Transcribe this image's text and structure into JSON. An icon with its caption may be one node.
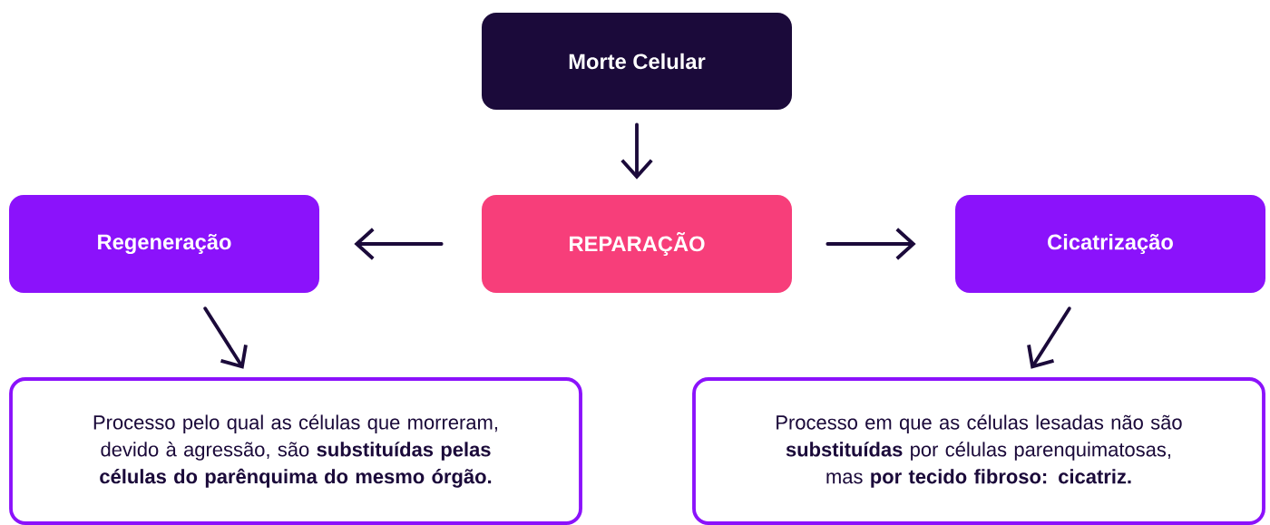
{
  "diagram": {
    "nodes": [
      {
        "text": [
          "Morte Celular"
        ]
      },
      {
        "text": [
          "REPARAÇÃO"
        ]
      },
      {
        "text": [
          "Regeneração"
        ]
      },
      {
        "text": [
          "Cicatrização"
        ]
      },
      {
        "text": [
          "Processo pelo qual as células que morreram, devido à agressão, são **substituídas pelas células do parênquima do mesmo órgão.**"
        ]
      },
      {
        "text": [
          "Processo em que as células lesadas não são **substituídas** por células parenquimatosas, mas **por tecido fibroso: cicatriz.**"
        ]
      }
    ],
    "edges": [
      {
        "from": 0,
        "to": 1,
        "arrow": "to"
      },
      {
        "from": 1,
        "to": 2,
        "arrow": "to"
      },
      {
        "from": 1,
        "to": 3,
        "arrow": "to"
      },
      {
        "from": 2,
        "to": 4,
        "arrow": "to"
      },
      {
        "from": 3,
        "to": 5,
        "arrow": "to"
      }
    ]
  }
}
